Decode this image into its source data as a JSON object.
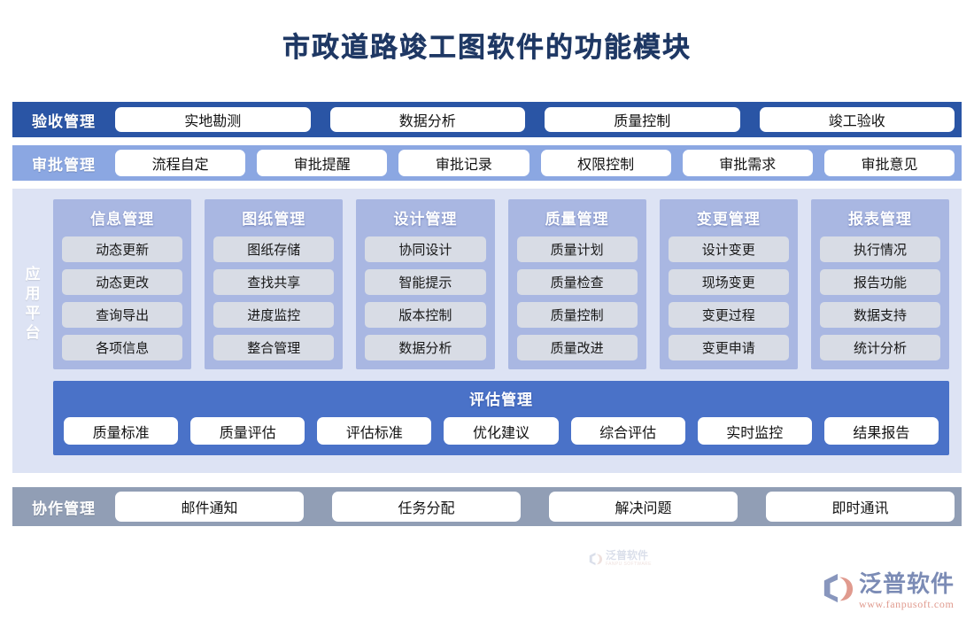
{
  "page": {
    "title": "市政道路竣工图软件的功能模块",
    "colors": {
      "title_text": "#1f3864",
      "acceptance_band": "#2a55a5",
      "approval_band": "#8ba7e2",
      "platform_bg": "#dde3f4",
      "column_bg": "#a9b7e2",
      "column_pill": "#d8dce5",
      "evaluation_bg": "#4a72c8",
      "collab_band": "#919eb5",
      "pill_white": "#ffffff"
    }
  },
  "acceptance": {
    "label": "验收管理",
    "items": [
      "实地勘测",
      "数据分析",
      "质量控制",
      "竣工验收"
    ]
  },
  "approval": {
    "label": "审批管理",
    "items": [
      "流程自定",
      "审批提醒",
      "审批记录",
      "权限控制",
      "审批需求",
      "审批意见"
    ]
  },
  "platform": {
    "label": "应用平台",
    "columns": [
      {
        "title": "信息管理",
        "items": [
          "动态更新",
          "动态更改",
          "查询导出",
          "各项信息"
        ]
      },
      {
        "title": "图纸管理",
        "items": [
          "图纸存储",
          "查找共享",
          "进度监控",
          "整合管理"
        ]
      },
      {
        "title": "设计管理",
        "items": [
          "协同设计",
          "智能提示",
          "版本控制",
          "数据分析"
        ]
      },
      {
        "title": "质量管理",
        "items": [
          "质量计划",
          "质量检查",
          "质量控制",
          "质量改进"
        ]
      },
      {
        "title": "变更管理",
        "items": [
          "设计变更",
          "现场变更",
          "变更过程",
          "变更申请"
        ]
      },
      {
        "title": "报表管理",
        "items": [
          "执行情况",
          "报告功能",
          "数据支持",
          "统计分析"
        ]
      }
    ],
    "evaluation": {
      "title": "评估管理",
      "items": [
        "质量标准",
        "质量评估",
        "评估标准",
        "优化建议",
        "综合评估",
        "实时监控",
        "结果报告"
      ]
    }
  },
  "collaboration": {
    "label": "协作管理",
    "items": [
      "邮件通知",
      "任务分配",
      "解决问题",
      "即时通讯"
    ]
  },
  "footer": {
    "brand": "泛普软件",
    "url": "www.fanpusoft.com"
  },
  "watermark": {
    "brand": "泛普软件",
    "url": "FANPU SOFTWARE"
  }
}
